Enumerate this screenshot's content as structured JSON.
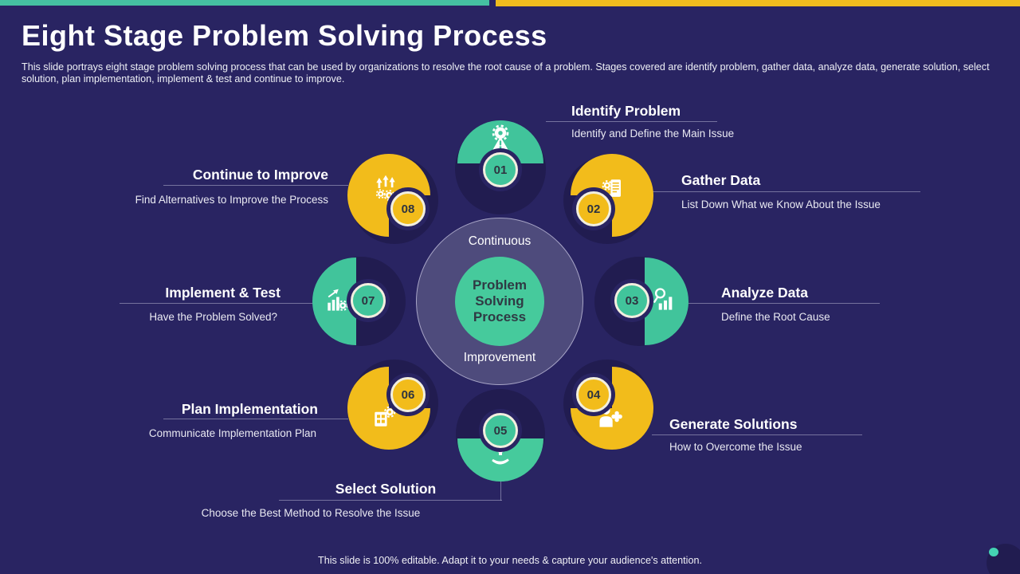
{
  "slide": {
    "title": "Eight Stage Problem Solving Process",
    "subtitle": "This slide portrays eight stage problem solving process that can be used by organizations to resolve the root cause of a problem. Stages covered are identify problem, gather data, analyze data, generate solution, select solution, plan implementation, implement & test and continue to improve.",
    "footer": "This slide is 100% editable. Adapt it to your needs & capture your audience's attention."
  },
  "center": {
    "top_label": "Continuous",
    "core_label": "Problem Solving Process",
    "bottom_label": "Improvement"
  },
  "stages": [
    {
      "number": "01",
      "title": "Identify Problem",
      "description": "Identify and Define the Main Issue",
      "color": "#41c49b",
      "icon": "gear-warning-icon"
    },
    {
      "number": "02",
      "title": "Gather Data",
      "description": "List Down What we Know About the Issue",
      "color": "#f2bc1b",
      "icon": "document-gear-icon"
    },
    {
      "number": "03",
      "title": "Analyze Data",
      "description": "Define the Root Cause",
      "color": "#41c49b",
      "icon": "magnifier-bars-icon"
    },
    {
      "number": "04",
      "title": "Generate Solutions",
      "description": "How to Overcome the Issue",
      "color": "#f2bc1b",
      "icon": "person-puzzle-icon"
    },
    {
      "number": "05",
      "title": "Select Solution",
      "description": "Choose the Best Method to Resolve the Issue",
      "color": "#46ca9c",
      "icon": "hand-bulb-icon"
    },
    {
      "number": "06",
      "title": "Plan Implementation",
      "description": "Communicate Implementation Plan",
      "color": "#f2bc1b",
      "icon": "board-gear-icon"
    },
    {
      "number": "07",
      "title": "Implement & Test",
      "description": "Have the Problem Solved?",
      "color": "#41c49b",
      "icon": "chart-arrow-gear-icon"
    },
    {
      "number": "08",
      "title": "Continue to Improve",
      "description": "Find Alternatives to Improve the Process",
      "color": "#f2bc1b",
      "icon": "arrows-gears-icon"
    }
  ],
  "colors": {
    "background": "#292462",
    "teal": "#41c49b",
    "yellow": "#f2bc1b",
    "top_bar_teal": "#45c0a1",
    "top_bar_yellow": "#f0bc1e",
    "center_ring": "#4e4b7c",
    "center_core": "#46ca9c",
    "shadow_circle": "#211c50",
    "accent_dot": "#44d3b3"
  }
}
